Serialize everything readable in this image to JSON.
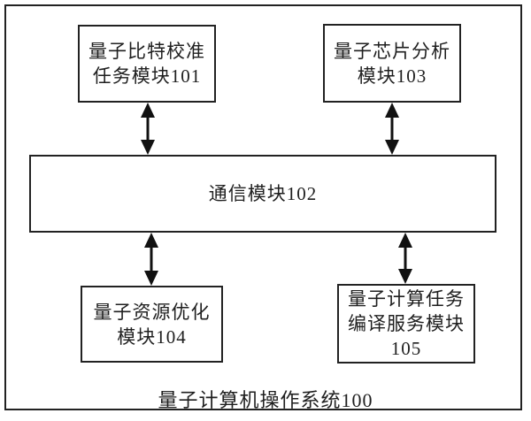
{
  "diagram": {
    "caption": "量子计算机操作系统100",
    "boxes": {
      "qubit_calibration": {
        "lines": [
          "量子比特校准",
          "任务模块101"
        ]
      },
      "chip_analysis": {
        "lines": [
          "量子芯片分析",
          "模块103"
        ]
      },
      "communication": {
        "lines": [
          "通信模块102"
        ]
      },
      "resource_optimization": {
        "lines": [
          "量子资源优化",
          "模块104"
        ]
      },
      "task_compilation": {
        "lines": [
          "量子计算任务",
          "编译服务模块",
          "105"
        ]
      }
    },
    "connections": [
      "qubit_calibration <-> communication",
      "chip_analysis <-> communication",
      "resource_optimization <-> communication",
      "task_compilation <-> communication"
    ],
    "colors": {
      "line": "#222222",
      "arrow": "#111111",
      "background": "#ffffff",
      "text": "#1f1f1f"
    }
  }
}
